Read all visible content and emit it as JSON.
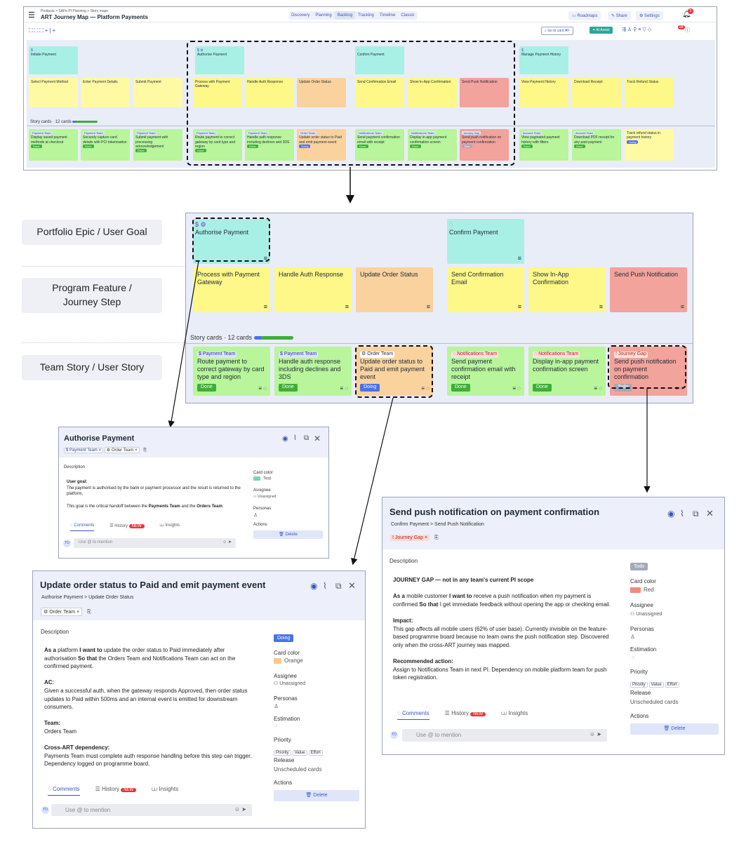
{
  "top": {
    "breadcrumb": "Products > SAFe PI Planning > Story maps",
    "title": "ART Journey Map — Platform Payments",
    "tabs": [
      "Discovery",
      "Planning",
      "Backlog",
      "Tracking",
      "Timeline",
      "Classic"
    ],
    "active_tab": "Backlog",
    "roadmaps": "Roadmaps",
    "share": "Share",
    "settings": "Settings",
    "notif_count": "5",
    "goto": "Go to card ⌘F",
    "ai": "AI Assist",
    "badge2": "28"
  },
  "mini": {
    "epics": [
      "Initiate Payment",
      "Authorise Payment",
      "Confirm Payment",
      "Manage Payment History"
    ],
    "features": [
      "Select Payment Method",
      "Enter Payment Details",
      "Submit Payment",
      "Process with Payment Gateway",
      "Handle Auth Response",
      "Update Order Status",
      "Send Confirmation Email",
      "Show In-App Confirmation",
      "Send Push Notification",
      "View Payment History",
      "Download Receipt",
      "Track Refund Status"
    ],
    "story_count": "Story cards · 12 cards",
    "stories": [
      {
        "team": "Payment Team",
        "text": "Display saved payment methods at checkout",
        "status": "Done"
      },
      {
        "team": "Payment Team",
        "text": "Securely capture card details with PCI tokenisation",
        "status": "Done"
      },
      {
        "team": "Payment Team",
        "text": "Submit payment with processing acknowledgement",
        "status": "Done"
      },
      {
        "team": "Payment Team",
        "text": "Route payment to correct gateway by card type and region",
        "status": "Done"
      },
      {
        "team": "Payment Team",
        "text": "Handle auth response including declines and 3DS",
        "status": "Done"
      },
      {
        "team": "Order Team",
        "text": "Update order status to Paid and emit payment event",
        "status": "Doing"
      },
      {
        "team": "Notifications Team",
        "text": "Send payment confirmation email with receipt",
        "status": "Done"
      },
      {
        "team": "Notifications Team",
        "text": "Display in-app payment confirmation screen",
        "status": "Done"
      },
      {
        "team": "Journey Gap",
        "text": "Send push notification on payment confirmation",
        "status": "Todo"
      },
      {
        "team": "Account Team",
        "text": "View paginated payment history with filters",
        "status": "Done"
      },
      {
        "team": "Account Team",
        "text": "Download PDF receipt for any past payment",
        "status": "Done"
      },
      {
        "team": "",
        "text": "Track refund status in payment history",
        "status": "Doing"
      }
    ]
  },
  "labels": {
    "epic": "Portfolio Epic / User Goal",
    "feature": "Program Feature / Journey Step",
    "story": "Team Story / User Story"
  },
  "zoom": {
    "epics": [
      "Authorise Payment",
      "Confirm Payment"
    ],
    "features": [
      "Process with Payment Gateway",
      "Handle Auth Response",
      "Update Order Status",
      "Send Confirmation Email",
      "Show In-App Confirmation",
      "Send Push Notification"
    ],
    "story_count": "Story cards · 12 cards",
    "stories": [
      {
        "team": "Payment Team",
        "text": "Route payment to correct gateway by card type and region",
        "status": "Done"
      },
      {
        "team": "Payment Team",
        "text": "Handle auth response including declines and 3DS",
        "status": "Done"
      },
      {
        "team": "Order Team",
        "text": "Update order status to Paid and emit payment event",
        "status": "Doing"
      },
      {
        "team": "Notifications Team",
        "text": "Send payment confirmation email with receipt",
        "status": "Done"
      },
      {
        "team": "Notifications Team",
        "text": "Display in-app payment confirmation screen",
        "status": "Done"
      },
      {
        "team": "Journey Gap",
        "text": "Send push notification on payment confirmation",
        "status": "Todo"
      }
    ]
  },
  "p1": {
    "title": "Authorise Payment",
    "chips": [
      "Payment Team",
      "Order Team"
    ],
    "desc_h": "Description",
    "goal_h": "User goal:",
    "goal": "The payment is authorised by the bank or payment processor and the result is returned to the platform.",
    "handoff_a": "This goal is the critical handoff between the ",
    "handoff_b": "Payments Team",
    "handoff_c": " and the ",
    "handoff_d": "Orders Team",
    "handoff_e": ".",
    "card_color_h": "Card color",
    "card_color": "Teal",
    "assignee_h": "Assignee",
    "assignee": "Unassigned",
    "personas_h": "Personas",
    "actions_h": "Actions",
    "delete": "Delete",
    "comments": "Comments",
    "history": "History",
    "new": "NEW",
    "insights": "Insights",
    "mention": "Use @ to mention",
    "avatar": "TO"
  },
  "p2": {
    "title": "Update order status to Paid and emit payment event",
    "crumb": "Authorise Payment > Update Order Status",
    "chip": "Order Team",
    "desc_h": "Description",
    "l1a": "As a",
    "l1b": " platform ",
    "l1c": "I want to",
    "l1d": " update the order status to Paid immediately after authorisation ",
    "l1e": "So that",
    "l1f": " the Orders Team and Notifications Team can act on the confirmed payment.",
    "ac_h": "AC:",
    "ac": "Given a successful auth, when the gateway responds Approved, then order status updates to Paid within 500ms and an internal event is emitted for downstream consumers.",
    "team_h": "Team:",
    "team": "Orders Team",
    "dep_h": "Cross-ART dependency:",
    "dep": "Payments Team must complete auth response handling before this step can trigger. Dependency logged on programme board.",
    "status": "Doing",
    "card_color_h": "Card color",
    "card_color": "Orange",
    "assignee_h": "Assignee",
    "assignee": "Unassigned",
    "personas_h": "Personas",
    "estimation_h": "Estimation",
    "priority_h": "Priority",
    "priority": [
      "Priority",
      "Value",
      "Effort"
    ],
    "release_h": "Release",
    "release": "Unscheduled cards",
    "actions_h": "Actions",
    "delete": "Delete",
    "comments": "Comments",
    "history": "History",
    "new": "NEW",
    "insights": "Insights",
    "mention": "Use @ to mention",
    "avatar": "TO"
  },
  "p3": {
    "title": "Send push notification on payment confirmation",
    "crumb": "Confirm Payment > Send Push Notification",
    "chip": "Journey Gap",
    "desc_h": "Description",
    "gap_h": "JOURNEY GAP — not in any team's current PI scope",
    "l1a": "As a",
    "l1b": " mobile customer ",
    "l1c": "I want to",
    "l1d": " receive a push notification when my payment is confirmed ",
    "l1e": "So that",
    "l1f": " I get immediate feedback without opening the app or checking email.",
    "impact_h": "Impact:",
    "impact": "This gap affects all mobile users (62% of user base). Currently invisible on the feature-based programme board because no team owns the push notification step. Discovered only when the cross-ART journey was mapped.",
    "rec_h": "Recommended action:",
    "rec": "Assign to Notifications Team in next PI. Dependency on mobile platform team for push token registration.",
    "status": "Todo",
    "card_color_h": "Card color",
    "card_color": "Red",
    "assignee_h": "Assignee",
    "assignee": "Unassigned",
    "personas_h": "Personas",
    "estimation_h": "Estimation",
    "priority_h": "Priority",
    "priority": [
      "Priority",
      "Value",
      "Effort"
    ],
    "release_h": "Release",
    "release": "Unscheduled cards",
    "actions_h": "Actions",
    "delete": "Delete",
    "comments": "Comments",
    "history": "History",
    "new": "NEW",
    "insights": "Insights",
    "mention": "Use @ to mention",
    "avatar": "TO"
  },
  "colors": {
    "teal": "#a8f0e6",
    "yellow": "#fdf887",
    "orange": "#f9d29d",
    "red": "#f2a39b",
    "green": "#b8f59b",
    "accent": "#3a56b8"
  }
}
